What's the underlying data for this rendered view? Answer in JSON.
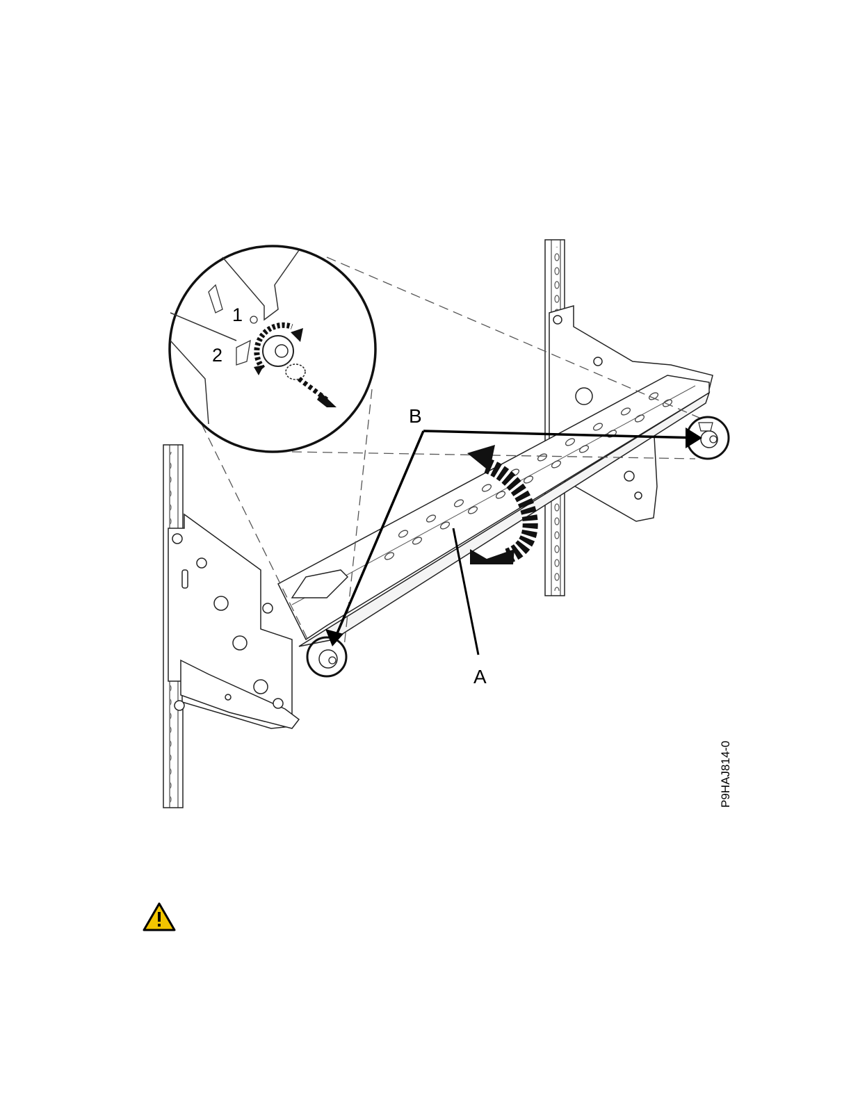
{
  "figure": {
    "callouts": {
      "a": "A",
      "b": "B",
      "step1": "1",
      "step2": "2"
    },
    "figure_id": "P9HAJ814-0"
  },
  "warning": {
    "icon": "warning-triangle-icon",
    "color": "#f2c500"
  }
}
